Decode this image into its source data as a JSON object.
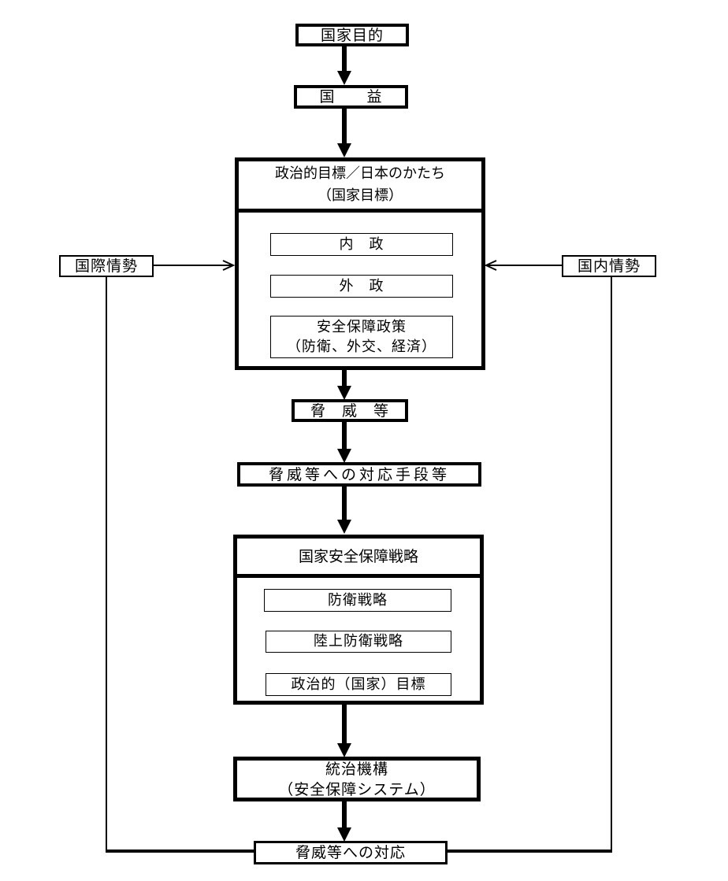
{
  "nodes": {
    "national_purpose": {
      "label": "国家目的"
    },
    "national_interest": {
      "label": "国　　益"
    },
    "political_goal": {
      "line1": "政治的目標／日本のかたち",
      "line2": "（国家目標）"
    },
    "domestic_policy": {
      "label": "内　政"
    },
    "foreign_policy": {
      "label": "外　政"
    },
    "security_policy": {
      "line1": "安全保障政策",
      "line2": "（防衛、外交、経済）"
    },
    "international_situation": {
      "label": "国際情勢"
    },
    "domestic_situation": {
      "label": "国内情勢"
    },
    "threats": {
      "label": "脅　威　等"
    },
    "response_means": {
      "label": "脅威等への対応手段等"
    },
    "security_strategy": {
      "label": "国家安全保障戦略"
    },
    "defense_strategy": {
      "label": "防衛戦略"
    },
    "ground_defense_strategy": {
      "label": "陸上防衛戦略"
    },
    "political_national_goal": {
      "label": "政治的（国家）目標"
    },
    "governance": {
      "line1": "統治機構",
      "line2": "（安全保障システム）"
    },
    "threat_response": {
      "label": "脅威等への対応"
    }
  },
  "colors": {
    "line": "#000000",
    "background": "#ffffff",
    "text": "#000000"
  }
}
